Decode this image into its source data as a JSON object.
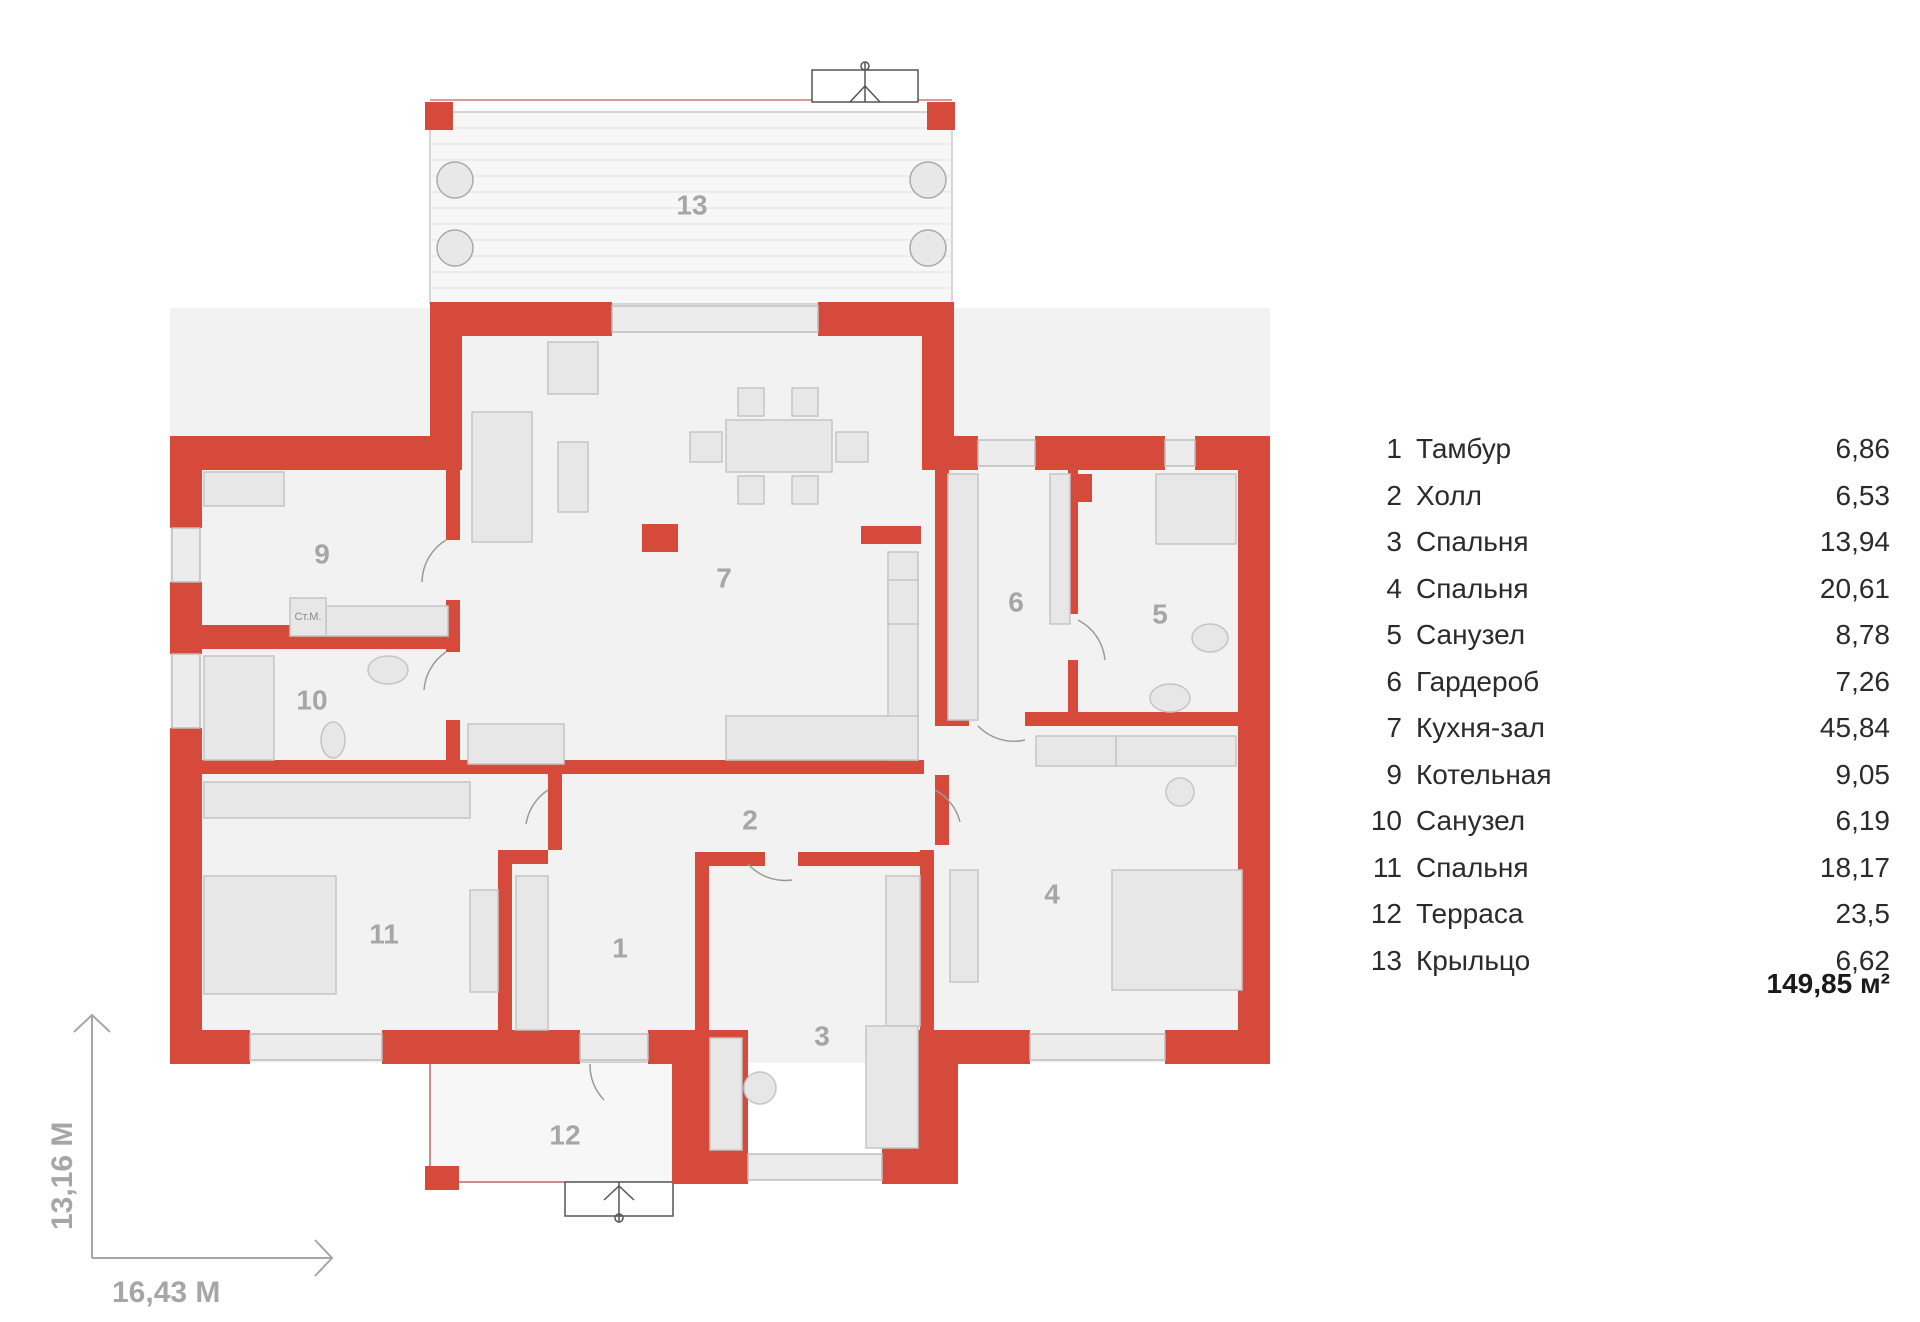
{
  "rooms": [
    {
      "no": "1",
      "name": "Тамбур",
      "area": "6,86"
    },
    {
      "no": "2",
      "name": "Холл",
      "area": "6,53"
    },
    {
      "no": "3",
      "name": "Спальня",
      "area": "13,94"
    },
    {
      "no": "4",
      "name": "Спальня",
      "area": "20,61"
    },
    {
      "no": "5",
      "name": "Санузел",
      "area": "8,78"
    },
    {
      "no": "6",
      "name": "Гардероб",
      "area": "7,26"
    },
    {
      "no": "7",
      "name": "Кухня-зал",
      "area": "45,84"
    },
    {
      "no": "9",
      "name": "Котельная",
      "area": "9,05"
    },
    {
      "no": "10",
      "name": "Санузел",
      "area": "6,19"
    },
    {
      "no": "11",
      "name": "Спальня",
      "area": "18,17"
    },
    {
      "no": "12",
      "name": "Терраса",
      "area": "23,5"
    },
    {
      "no": "13",
      "name": "Крыльцо",
      "area": "6,62"
    }
  ],
  "total_area": "149,85 м²",
  "dimensions": {
    "width": "16,43 М",
    "height": "13,16 М"
  },
  "plan_labels": {
    "r1": "1",
    "r2": "2",
    "r3": "3",
    "r4": "4",
    "r5": "5",
    "r6": "6",
    "r7": "7",
    "r9": "9",
    "r10": "10",
    "r11": "11",
    "r12": "12",
    "r13": "13",
    "boiler": "Ст.М."
  },
  "colors": {
    "wall": "#d64a3c",
    "floor": "#f2f2f2",
    "label": "#a6a6a6"
  }
}
